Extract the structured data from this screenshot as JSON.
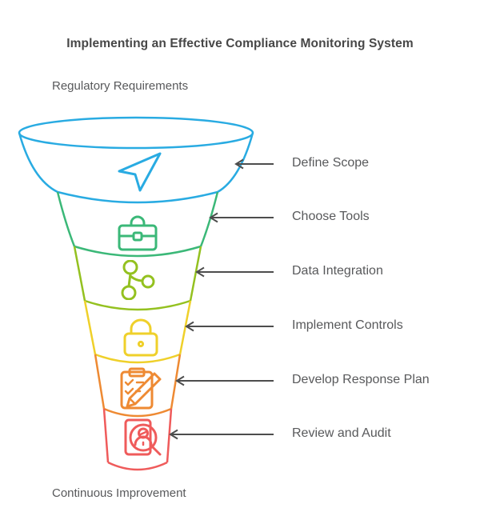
{
  "title": "Implementing an Effective Compliance Monitoring System",
  "funnel": {
    "top_label": "Regulatory Requirements",
    "bottom_label": "Continuous Improvement",
    "stages": [
      {
        "label": "Define Scope",
        "icon": "navigation-arrow-icon",
        "color": "#29ABE2"
      },
      {
        "label": "Choose Tools",
        "icon": "briefcase-icon",
        "color": "#3BB878"
      },
      {
        "label": "Data Integration",
        "icon": "git-branch-icon",
        "color": "#94C120"
      },
      {
        "label": "Implement Controls",
        "icon": "lock-icon",
        "color": "#EFD02A"
      },
      {
        "label": "Develop Response Plan",
        "icon": "clipboard-pencil-icon",
        "color": "#EE8A33"
      },
      {
        "label": "Review and Audit",
        "icon": "person-magnifier-icon",
        "color": "#EF5B5B"
      }
    ],
    "arrow_color": "#4D4D4D",
    "text_color": "#58595B",
    "background_color": "#FFFFFF"
  }
}
